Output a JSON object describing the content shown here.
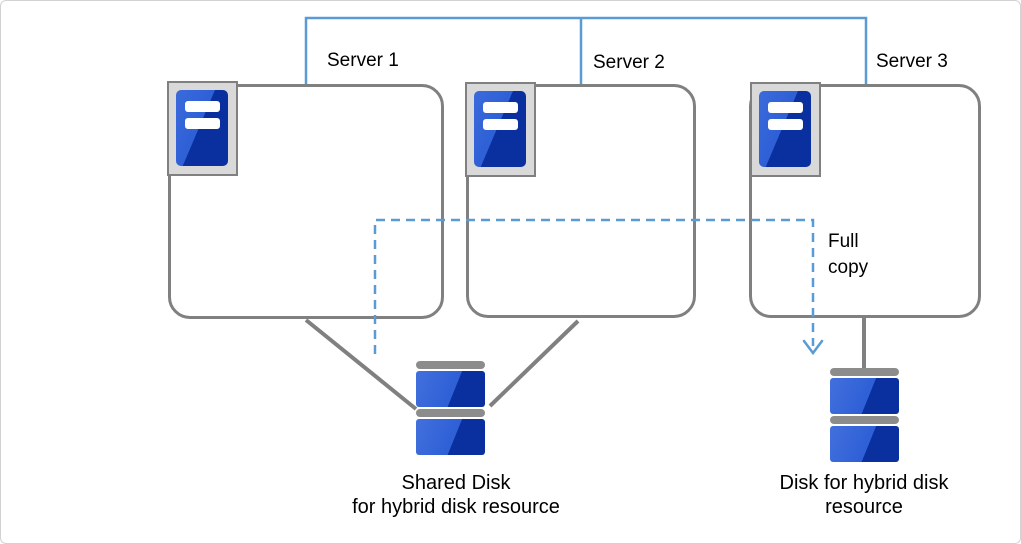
{
  "diagram": {
    "servers": [
      {
        "label": "Server 1"
      },
      {
        "label": "Server 2"
      },
      {
        "label": "Server 3"
      }
    ],
    "annotations": {
      "full_copy": "Full\ncopy"
    },
    "disks": {
      "shared": {
        "label": "Shared Disk\nfor hybrid disk resource"
      },
      "hybrid": {
        "label": "Disk for hybrid disk\nresource"
      }
    },
    "icons": [
      "server-icon",
      "server-icon",
      "server-icon",
      "shared-disk-icon",
      "hybrid-disk-icon",
      "down-arrow-icon"
    ],
    "colors": {
      "connector_blue": "#5b9bd5",
      "box_border": "#808080",
      "line_gray": "#808080",
      "icon_frame_fill": "#d9d9d9",
      "icon_blue_light": "#2e5fd6",
      "icon_blue_dark": "#0a2f9e",
      "disk_cap_gray": "#8c8c8c",
      "text": "#000000",
      "canvas_border": "#d2d2d2"
    }
  }
}
